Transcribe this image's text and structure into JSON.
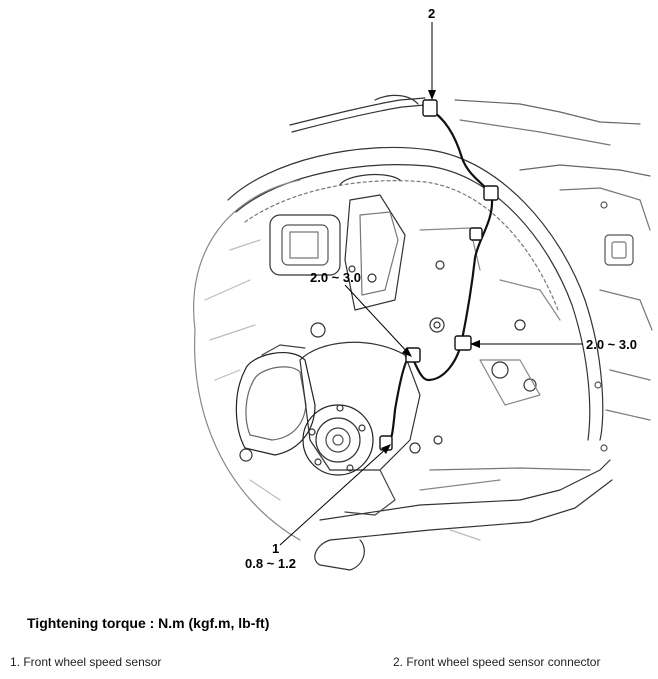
{
  "callouts": {
    "part_2": "2",
    "part_1": "1",
    "torque_upper_left": "2.0 ~ 3.0",
    "torque_right": "2.0 ~ 3.0",
    "torque_sensor": "0.8 ~ 1.2"
  },
  "caption": "Tightening torque : N.m (kgf.m, lb-ft)",
  "legend": [
    "1. Front wheel speed sensor",
    "2. Front wheel speed sensor connector"
  ]
}
